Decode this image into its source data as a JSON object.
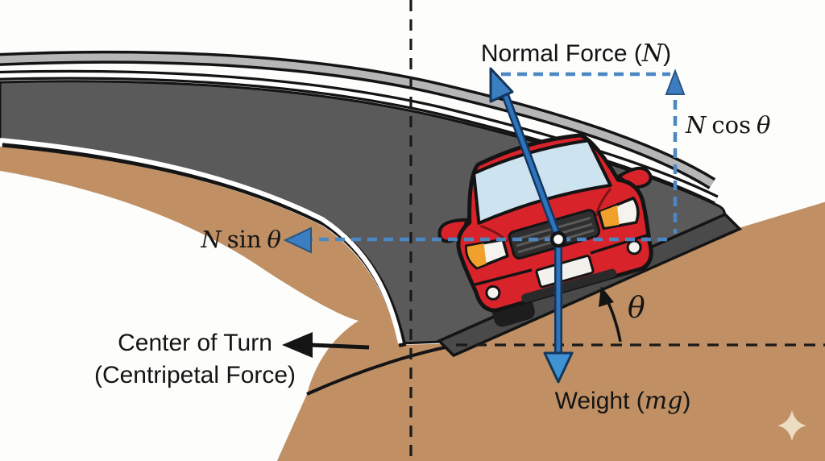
{
  "scene": {
    "background": "#fdfdfb",
    "asphalt_color": "#5a5a5a",
    "bank_edge_color": "#4a4a4a",
    "guardrail_color": "#b6b6b6",
    "ground_color": "#c09064",
    "lane_line_color": "#ffffff",
    "car_body_color": "#d9232b",
    "windshield_color": "#cde3f0",
    "headlight_accent_color": "#f0a12c",
    "vector_outline_color": "#14365c",
    "vector_shaft_color": "#2e74bd",
    "arrowhead_color": "#3b7ec2",
    "component_dash_color": "#4b87c2",
    "construction_dash_color": "#1a1a1a",
    "text_color": "#141414",
    "sparkle_color": "#ecdcc0"
  },
  "labels": {
    "normal_force": {
      "prefix": "Normal Force (",
      "symbol": "N",
      "suffix": ")"
    },
    "n_cos": {
      "n": "N",
      "op": "cos",
      "theta": "θ"
    },
    "n_sin": {
      "n": "N",
      "op": "sin",
      "theta": "θ"
    },
    "center_of_turn": {
      "line1": "Center of Turn",
      "line2": "(Centripetal Force)"
    },
    "weight": {
      "prefix": "Weight (",
      "symbol": "mg",
      "suffix": ")"
    },
    "bank_angle": "θ"
  }
}
